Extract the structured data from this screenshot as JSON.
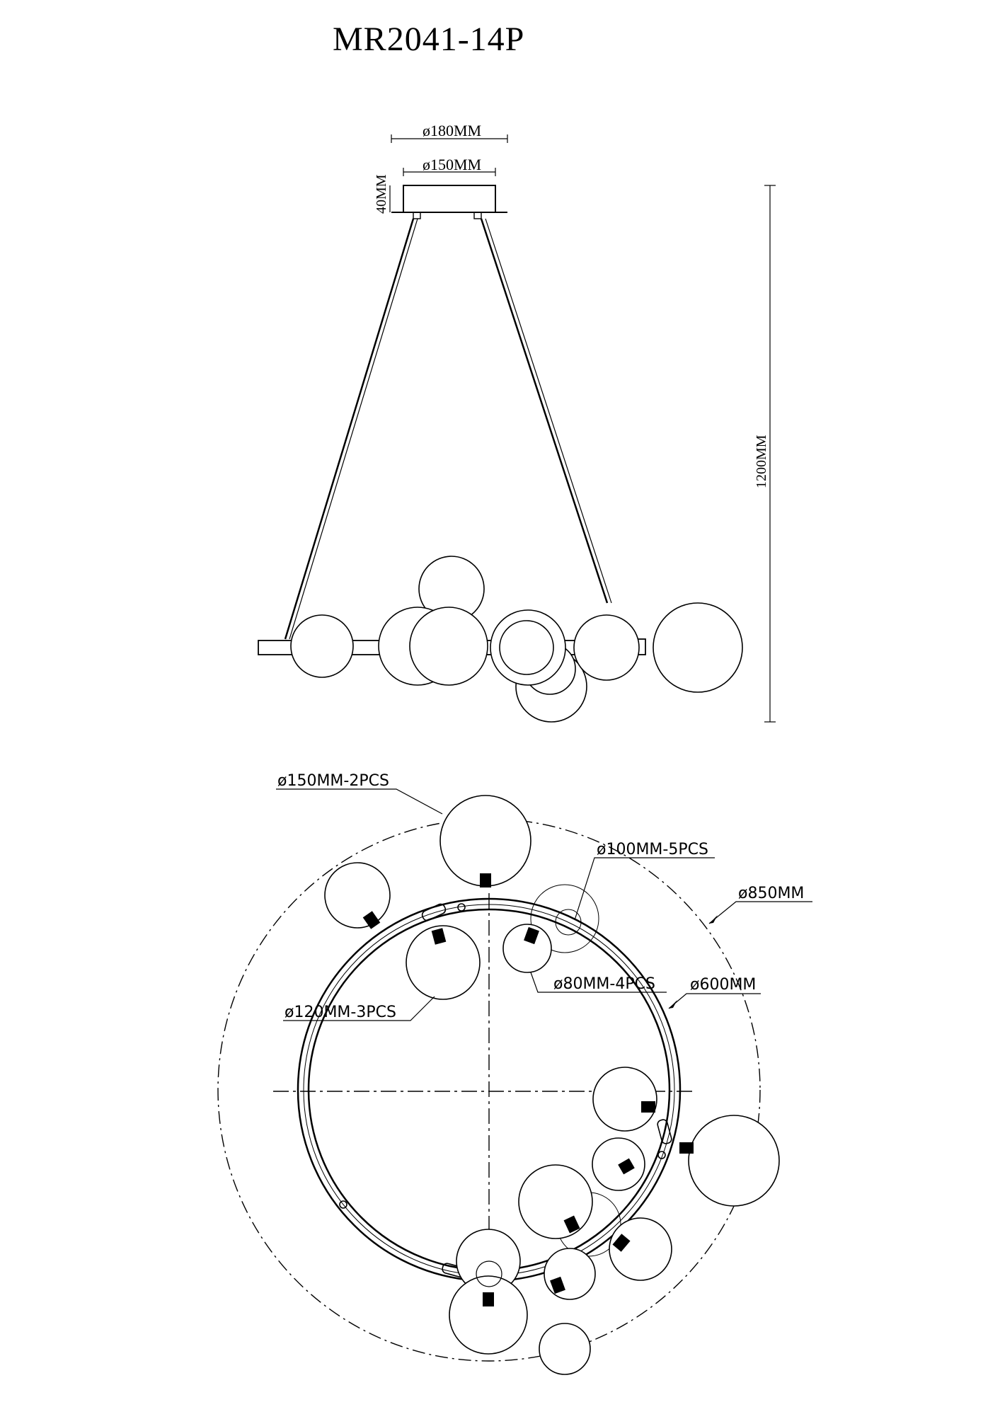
{
  "title": "MR2041-14P",
  "elevation": {
    "canopy_outer_diameter": "ø180MM",
    "canopy_inner_diameter": "ø150MM",
    "canopy_height": "40MM",
    "overall_height": "1200MM"
  },
  "plan": {
    "labels": {
      "globe_150": "ø150MM-2PCS",
      "globe_100": "ø100MM-5PCS",
      "globe_80": "ø80MM-4PCS",
      "globe_120": "ø120MM-3PCS",
      "outer_diameter": "ø850MM",
      "ring_diameter": "ø600MM"
    }
  }
}
